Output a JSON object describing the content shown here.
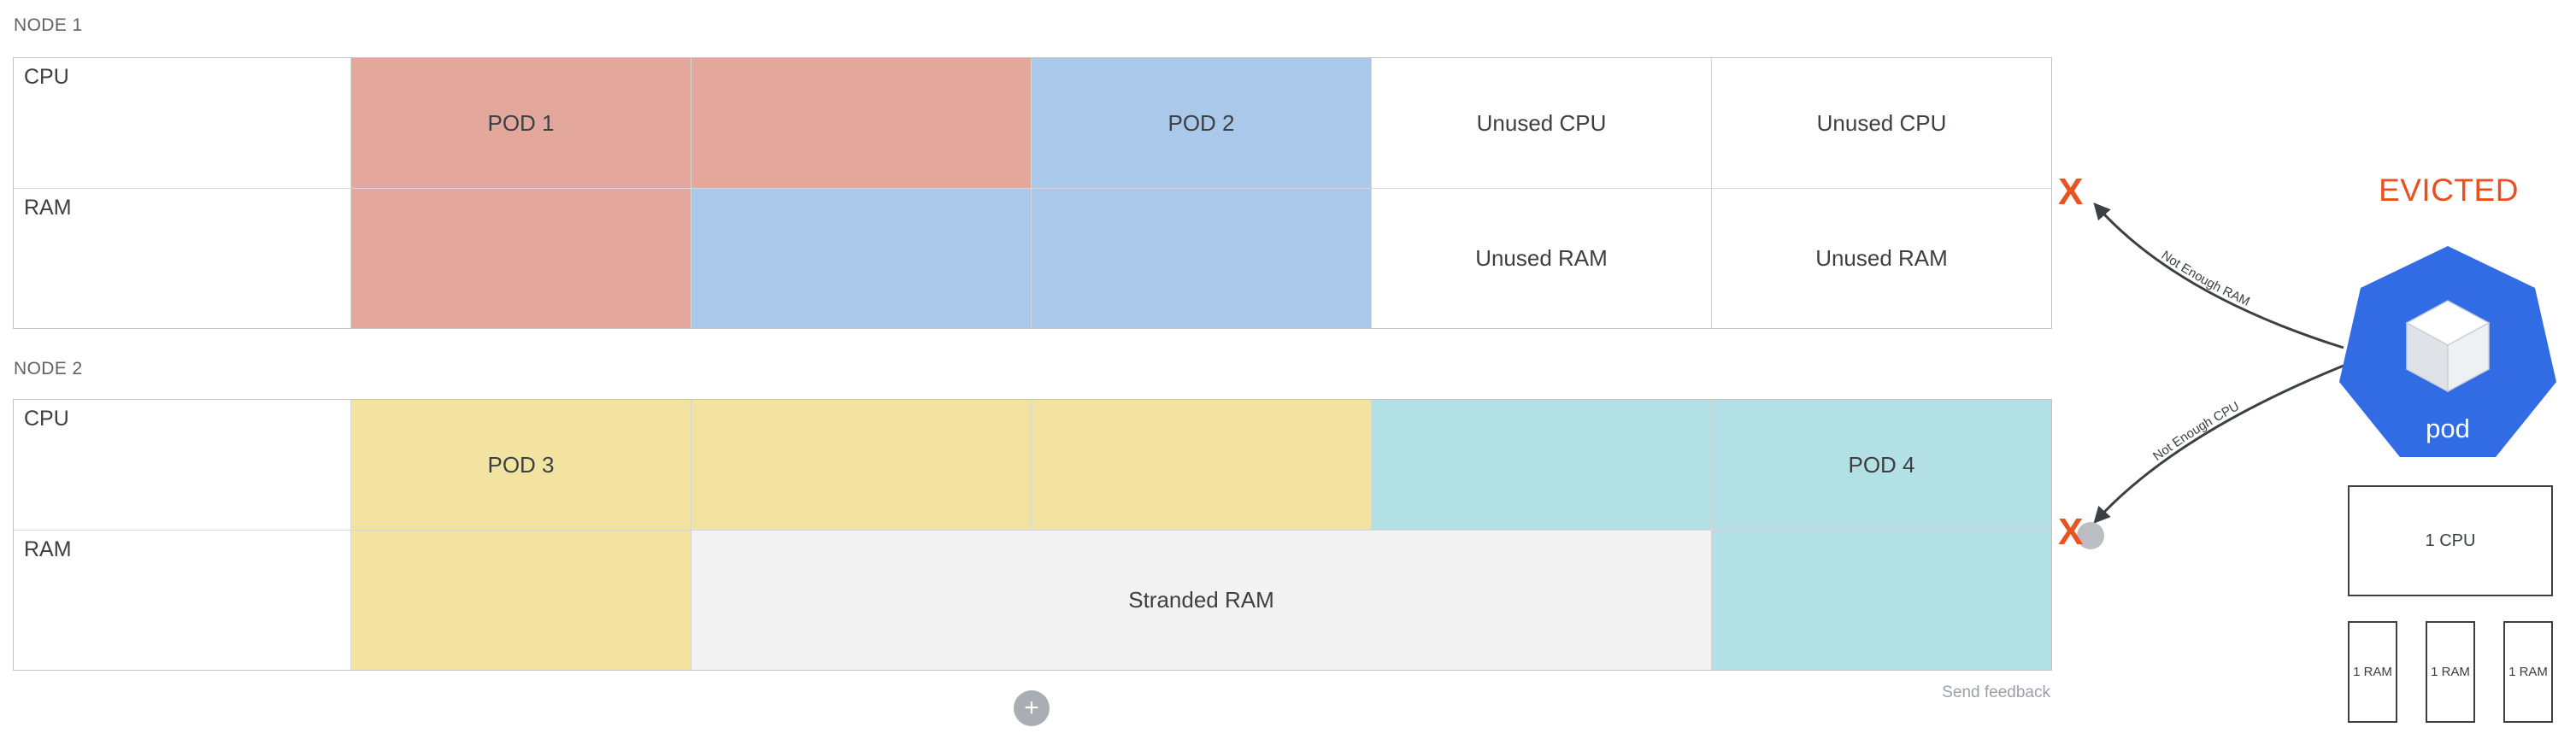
{
  "colors": {
    "pod1_salmon": "#e3a79b",
    "pod2_blue": "#a9c8ea",
    "pod3_yellow": "#f3e3a1",
    "pod4_teal": "#b2e0e4",
    "stranded_gray": "#f2f2f2",
    "accent_orange": "#e8531f",
    "kubernetes_blue": "#326ce5"
  },
  "node1": {
    "label": "NODE 1",
    "cpu_label": "CPU",
    "ram_label": "RAM",
    "cells": {
      "pod1": "POD 1",
      "pod2": "POD 2",
      "unused_cpu": "Unused CPU",
      "unused_ram": "Unused RAM"
    }
  },
  "node2": {
    "label": "NODE 2",
    "cpu_label": "CPU",
    "ram_label": "RAM",
    "cells": {
      "pod3": "POD 3",
      "pod4": "POD 4",
      "stranded_ram": "Stranded RAM"
    }
  },
  "evicted": {
    "title": "EVICTED",
    "pod_label": "pod",
    "cpu_req": "1 CPU",
    "ram_req": "1 RAM",
    "reason_ram": "Not Enough RAM",
    "reason_cpu": "Not Enough CPU",
    "x_mark": "X"
  },
  "footer": {
    "send_feedback": "Send feedback",
    "plus_label": "+"
  }
}
